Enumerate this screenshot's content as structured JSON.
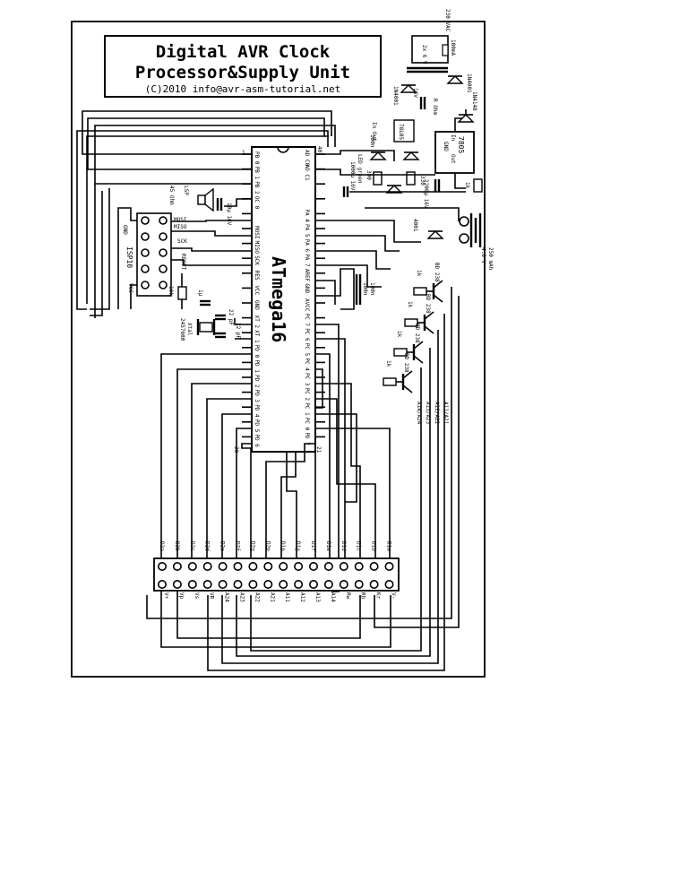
{
  "title": {
    "line1": "Digital AVR Clock",
    "line2": "Processor&Supply Unit",
    "copyright": "(C)2010 info@avr-asm-tutorial.net"
  },
  "mcu": {
    "name": "ATmega16",
    "left_pins": [
      "PB 0",
      "PB 1",
      "PB 2",
      "OC 0",
      "",
      "MOSI",
      "MISO",
      "SCK",
      "RES",
      "VCC",
      "GND",
      "XT 2",
      "XT 1",
      "PD 0",
      "PD 1",
      "PD 2",
      "PD 3",
      "PD 4",
      "PD 5",
      "PD 6"
    ],
    "right_pins": [
      "AD C0",
      "AD C1",
      "",
      "",
      "PA 4",
      "PA 5",
      "PA 6",
      "PA 7",
      "AREF",
      "GND",
      "AVCC",
      "PC 7",
      "PC 6",
      "PC 5",
      "PC 4",
      "PC 3",
      "PC 2",
      "PC 1",
      "PC 0",
      "PD 7"
    ],
    "pin1": "1",
    "pin20": "20",
    "pin21": "21",
    "pin40": "40"
  },
  "isp": {
    "label": "ISP10",
    "gnd": "GND",
    "vcc": "VCC",
    "mosi": "MOSI",
    "sck": "SCK",
    "reset": "RESET",
    "miso": "MISO"
  },
  "components": {
    "regulator": "7805",
    "reg_in": "In",
    "reg_gnd": "GND",
    "reg_out": "Out",
    "small_reg": "78L05",
    "small_reg_pins": "In Out",
    "crystal": "Xtal",
    "crystal_freq": "2457600",
    "speaker": "LSP",
    "speaker_ohm": "45 Ohm",
    "r_res": "10k",
    "c_xtal_a": "22 pF",
    "c_xtal_b": "22 pF",
    "c_reset": "1µ",
    "c_spk": "10µ 16V",
    "c_bulk_a": "1000µ 16V",
    "c_bulk_b": "2200µ 16V",
    "c_small": "100n",
    "c_decouple": "100n",
    "c_dec2": "100n",
    "diode_1n4001_a": "1N4001",
    "diode_1n4001_b": "1N4001",
    "diode_1n4148": "1N4148",
    "diode_4001": "4001",
    "led_label": "LED green",
    "r_390": "390",
    "r_1k": "1k",
    "r_330": "330",
    "transformer_in": "230 VAC",
    "transformer_out": "2x 6 V",
    "fuse": "100mA",
    "cap_6v": "16V",
    "battery": "4.8 V",
    "battery_cap": "250 mAh",
    "transistor": "BD 238",
    "t_r": "1k",
    "charge_label": "R Ohm"
  },
  "connector": {
    "top_row": [
      "D2a",
      "D2b",
      "D2c",
      "D2d",
      "D2e",
      "D2f",
      "D2g",
      "D2p",
      "D1p",
      "D1g",
      "D1f",
      "D1e",
      "D1d",
      "D1c",
      "D1b",
      "D1a"
    ],
    "bottom_row": [
      "V+",
      "Vp",
      "Vs",
      "VR",
      "A24",
      "A23",
      "A22",
      "A21",
      "A11",
      "A12",
      "A13",
      "A14",
      "Rw",
      "Rb",
      "Kr",
      "V-"
    ]
  },
  "anode_labels": [
    "A14/A24",
    "A13/A23",
    "A12/A22",
    "A11/A21"
  ]
}
